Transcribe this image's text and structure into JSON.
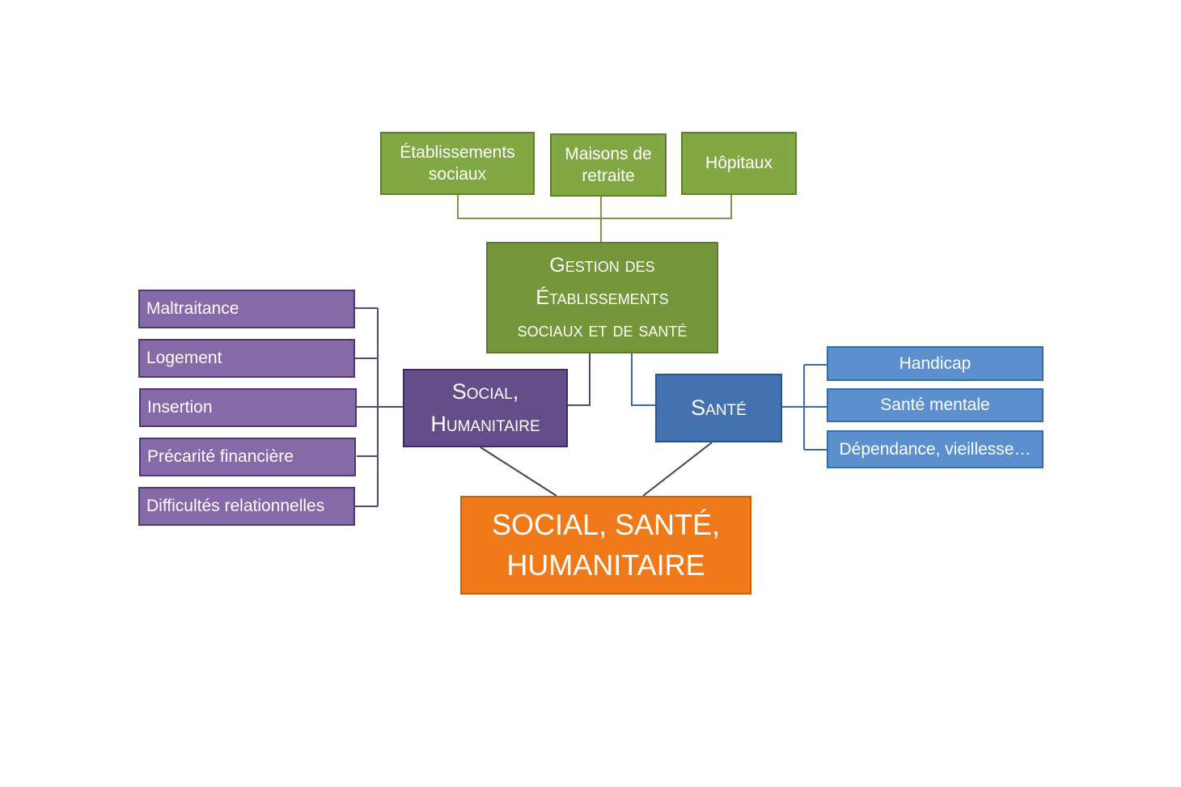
{
  "root": {
    "label": "SOCIAL, SANTÉ,\nHUMANITAIRE"
  },
  "gestion": {
    "label": "Gestion des\nÉtablissements\nsociaux et de santé",
    "children": [
      "Établissements\nsociaux",
      "Maisons de\nretraite",
      "Hôpitaux"
    ]
  },
  "social": {
    "label": "Social,\nHumanitaire",
    "children": [
      "Maltraitance",
      "Logement",
      "Insertion",
      "Précarité financière",
      "Difficultés relationnelles"
    ]
  },
  "sante": {
    "label": "Santé",
    "children": [
      "Handicap",
      "Santé mentale",
      "Dépendance, vieillesse…"
    ]
  },
  "colors": {
    "green": "#82a845",
    "purple": "#8669a8",
    "blue": "#5b8fcd",
    "orange": "#f07a1a",
    "connector_green": "#7a9a4a",
    "connector_purple": "#5a4578",
    "connector_blue": "#3d6ba5"
  }
}
